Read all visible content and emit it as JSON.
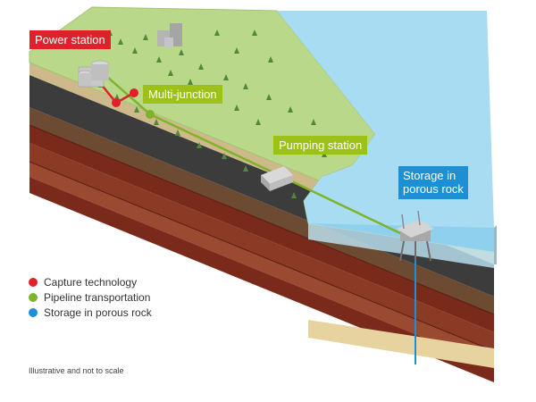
{
  "callouts": {
    "power_station": "Power station",
    "multi_junction": "Multi-junction",
    "pumping_station": "Pumping station",
    "storage": "Storage in porous rock"
  },
  "legend": [
    {
      "label": "Capture technology",
      "color": "#e0202a"
    },
    {
      "label": "Pipeline transportation",
      "color": "#7fb32a"
    },
    {
      "label": "Storage in porous rock",
      "color": "#1d8fd4"
    }
  ],
  "footnote": "Illustrative and not to scale",
  "colors": {
    "capture": "#e0202a",
    "pipeline": "#7fb32a",
    "storage": "#1d8fd4",
    "grass": "#b9d88a",
    "sea": "#8fd0ee"
  }
}
